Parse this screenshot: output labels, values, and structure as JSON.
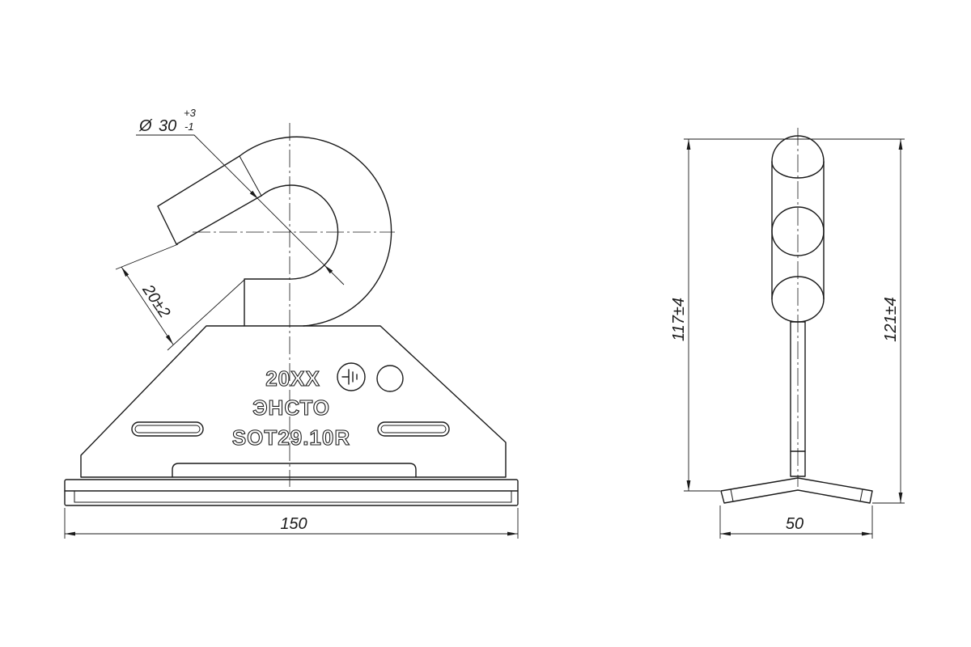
{
  "front_view": {
    "diameter_dimension": {
      "symbol": "Ø",
      "value": "30",
      "upper_tolerance": "+3",
      "lower_tolerance": "-1"
    },
    "rod_thickness_dimension": "20±2",
    "overall_width_dimension": "150",
    "plate_inscriptions": {
      "top_line": "20XX",
      "middle_line": "ЭНСТО",
      "bottom_line": "SOT29.10R"
    },
    "marking_icon": "ground-symbol-icon"
  },
  "side_view": {
    "height_dimension_left": "117±4",
    "height_dimension_right": "121±4",
    "base_width_dimension": "50"
  },
  "colors": {
    "line": "#1a1a1a",
    "background": "#ffffff"
  }
}
